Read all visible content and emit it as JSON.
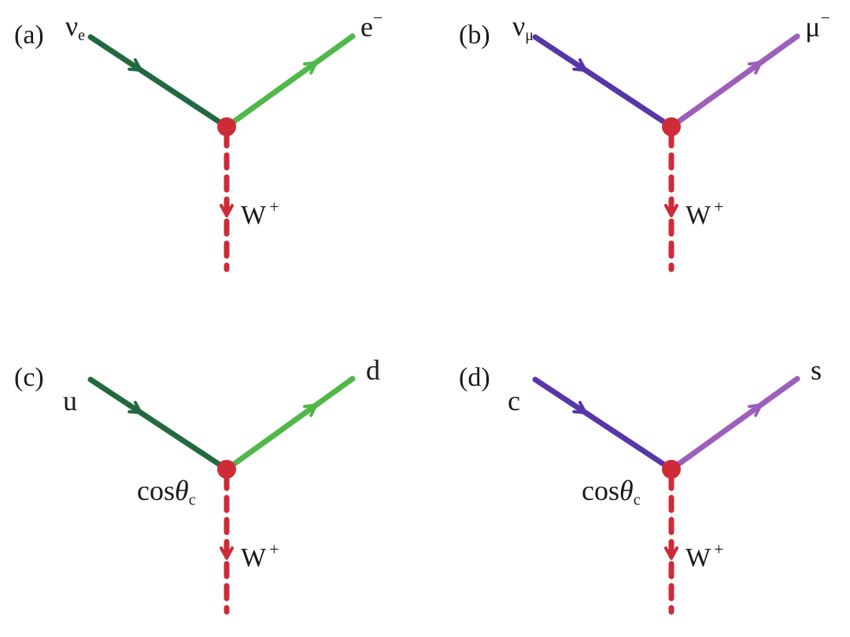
{
  "colors": {
    "green_dark": "#22693f",
    "green_light": "#4fb848",
    "purple_dark": "#5636a8",
    "purple_light": "#9c5fbc",
    "boson_red": "#cf2a38"
  },
  "panels": [
    {
      "label": "(a)",
      "incoming": {
        "main": "ν",
        "sub": "e"
      },
      "outgoing": {
        "main": "e",
        "sup": "−"
      },
      "boson": {
        "main": "W",
        "sup": "+"
      },
      "coupling": null,
      "scheme": "green"
    },
    {
      "label": "(b)",
      "incoming": {
        "main": "ν",
        "sub": "μ"
      },
      "outgoing": {
        "main": "μ",
        "sup": "−"
      },
      "boson": {
        "main": "W",
        "sup": "+"
      },
      "coupling": null,
      "scheme": "purple"
    },
    {
      "label": "(c)",
      "incoming": {
        "main": "u",
        "sub": ""
      },
      "outgoing": {
        "main": "d",
        "sup": ""
      },
      "boson": {
        "main": "W",
        "sup": "+"
      },
      "coupling": {
        "main": "cos",
        "theta": "θ",
        "sub": "c"
      },
      "scheme": "green"
    },
    {
      "label": "(d)",
      "incoming": {
        "main": "c",
        "sub": ""
      },
      "outgoing": {
        "main": "s",
        "sup": ""
      },
      "boson": {
        "main": "W",
        "sup": "+"
      },
      "coupling": {
        "main": "cos",
        "theta": "θ",
        "sub": "c"
      },
      "scheme": "purple"
    }
  ]
}
